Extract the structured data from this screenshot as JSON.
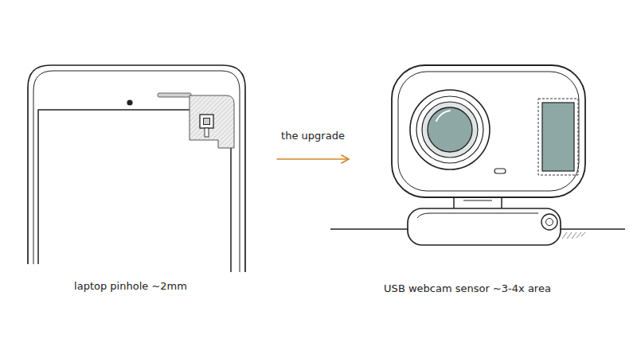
{
  "diagram": {
    "nodes": [
      {
        "text": [
          "laptop pinhole ~2mm"
        ]
      },
      {
        "text": [
          "USB webcam sensor ~3-4x area"
        ]
      }
    ],
    "edges": [
      {
        "from": 0,
        "to": 1,
        "label": "the upgrade",
        "arrow": "to"
      }
    ]
  }
}
